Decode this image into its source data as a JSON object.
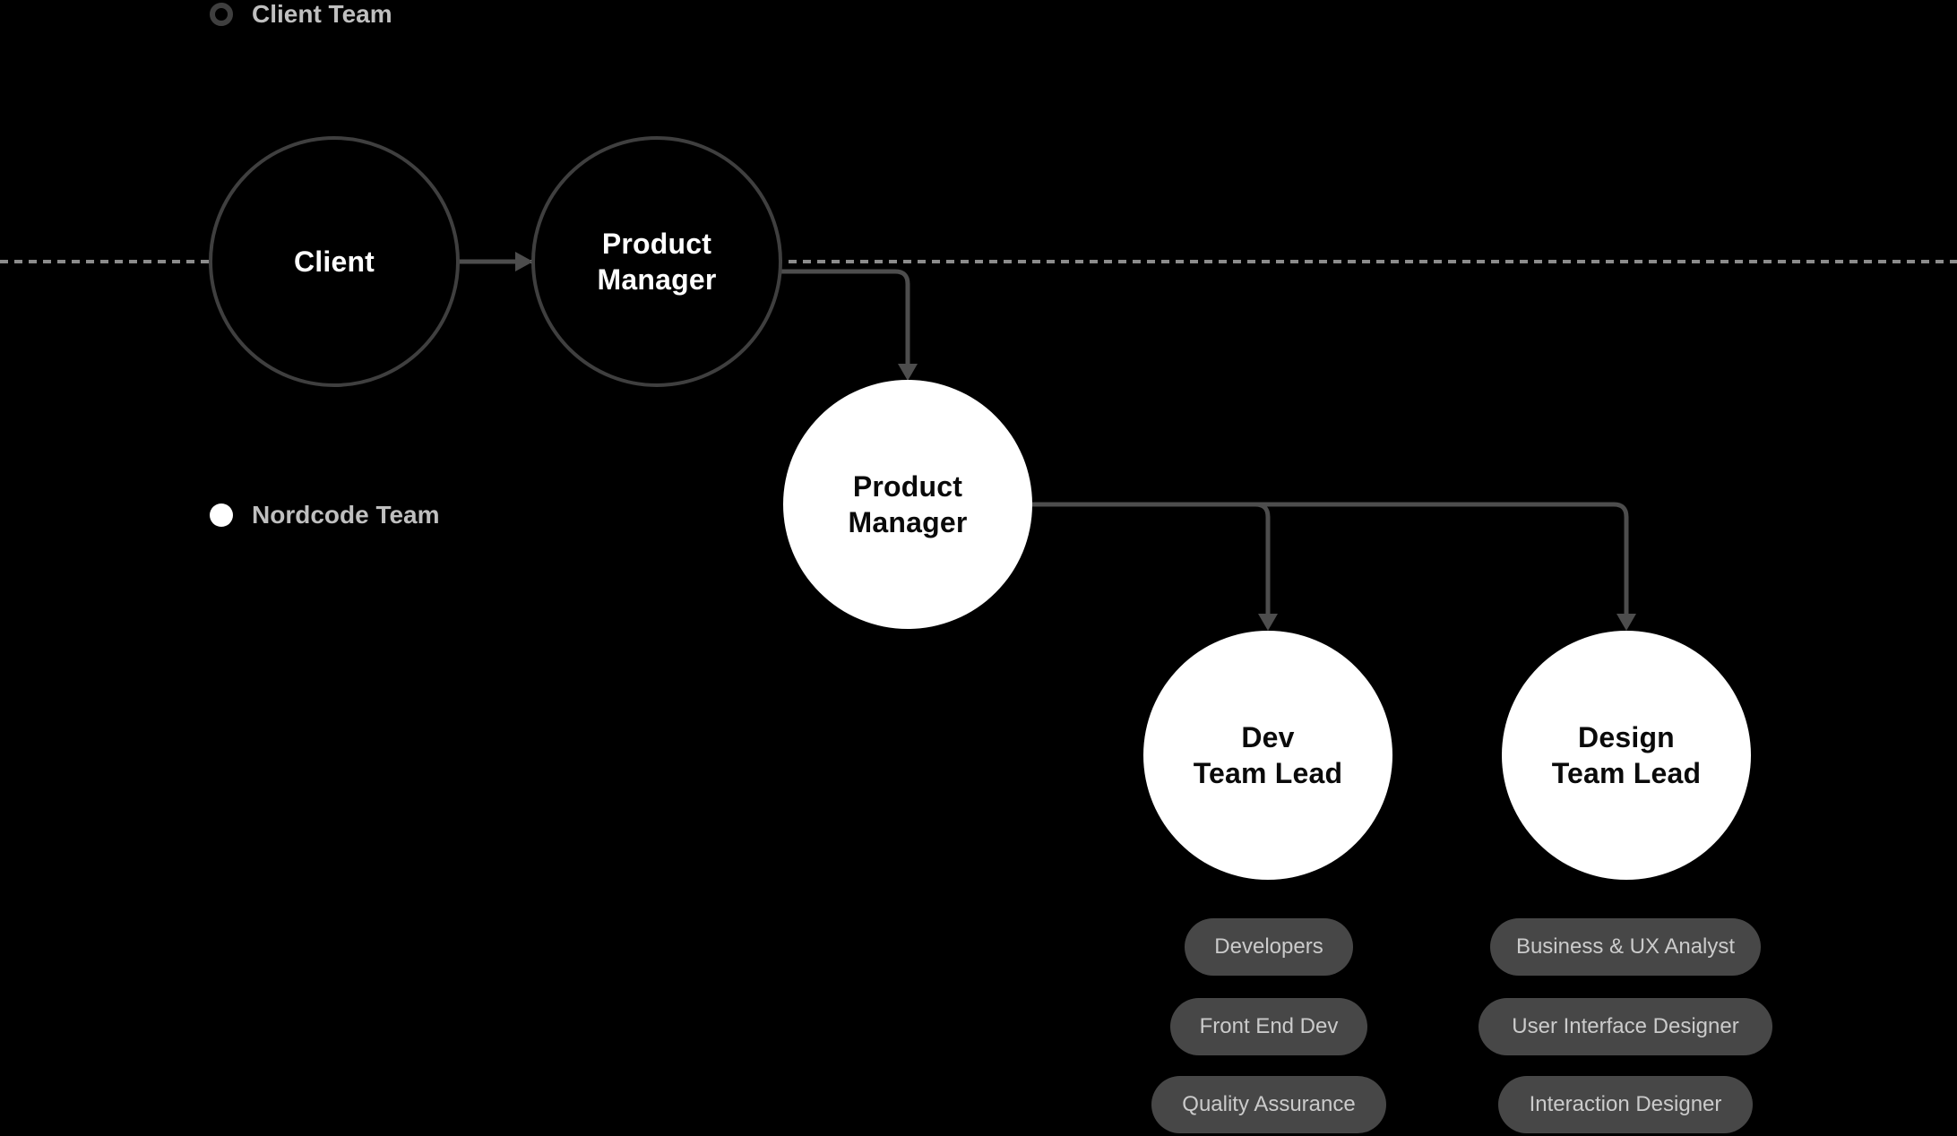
{
  "legend": {
    "client_team": "Client Team",
    "nordcode_team": "Nordcode Team"
  },
  "nodes": {
    "client": {
      "label": "Client",
      "team": "client"
    },
    "product_manager_client": {
      "label": "Product\nManager",
      "team": "client"
    },
    "product_manager_nordcode": {
      "label": "Product\nManager",
      "team": "nordcode"
    },
    "dev_team_lead": {
      "label": "Dev\nTeam Lead",
      "team": "nordcode"
    },
    "design_team_lead": {
      "label": "Design\nTeam Lead",
      "team": "nordcode"
    }
  },
  "pills": {
    "dev": [
      "Developers",
      "Front End Dev",
      "Quality Assurance"
    ],
    "design": [
      "Business & UX Analyst",
      "User Interface Designer",
      "Interaction Designer"
    ]
  },
  "colors": {
    "background": "#000000",
    "client_circle_stroke": "#3f3f3f",
    "connector_line": "#4d4d4d",
    "dashed_divider": "#8c8c8c",
    "nordcode_circle_fill": "#ffffff",
    "circle_text_on_dark": "#ffffff",
    "circle_text_on_light": "#0a0a0a",
    "legend_text": "#bfbfbf",
    "pill_background": "#474747",
    "pill_text": "#cbcbcb"
  }
}
